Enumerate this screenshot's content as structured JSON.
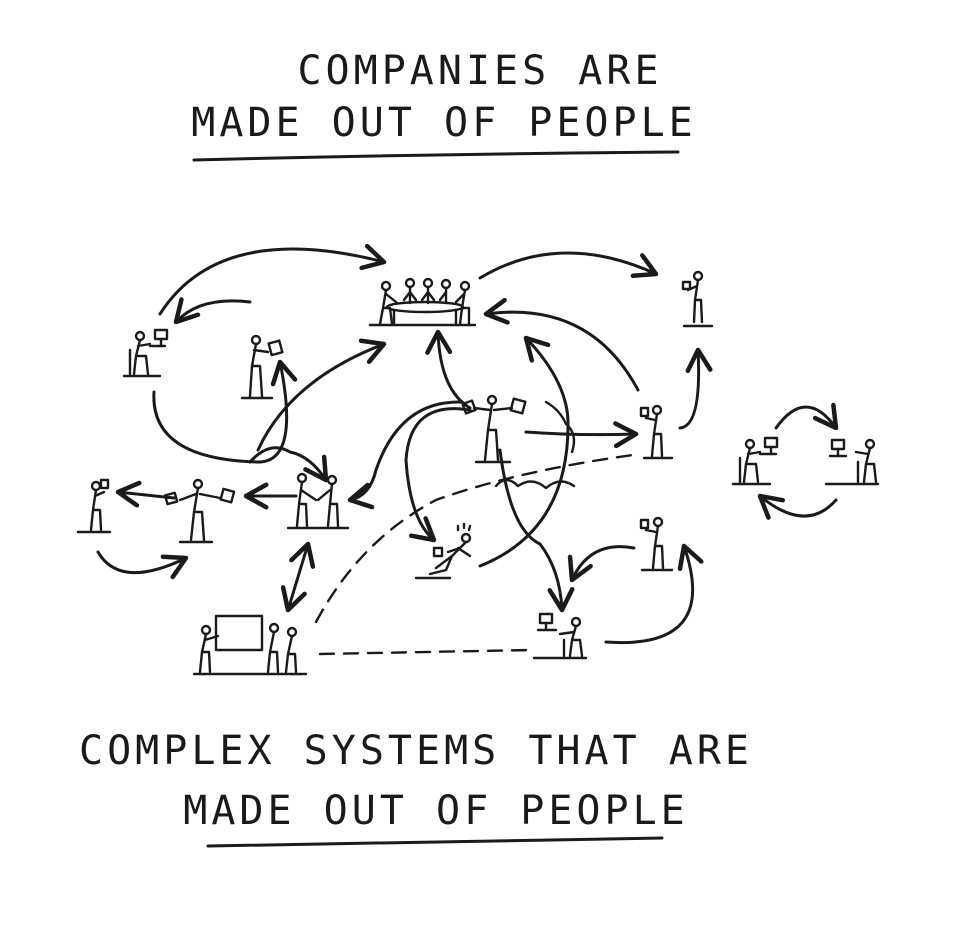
{
  "title_top": {
    "line1": "COMPANIES ARE",
    "line2": "MADE OUT OF PEOPLE"
  },
  "title_bottom": {
    "line1": "COMPLEX SYSTEMS THAT ARE",
    "line2": "MADE OUT OF PEOPLE"
  },
  "ink_color": "#1a1a1a"
}
